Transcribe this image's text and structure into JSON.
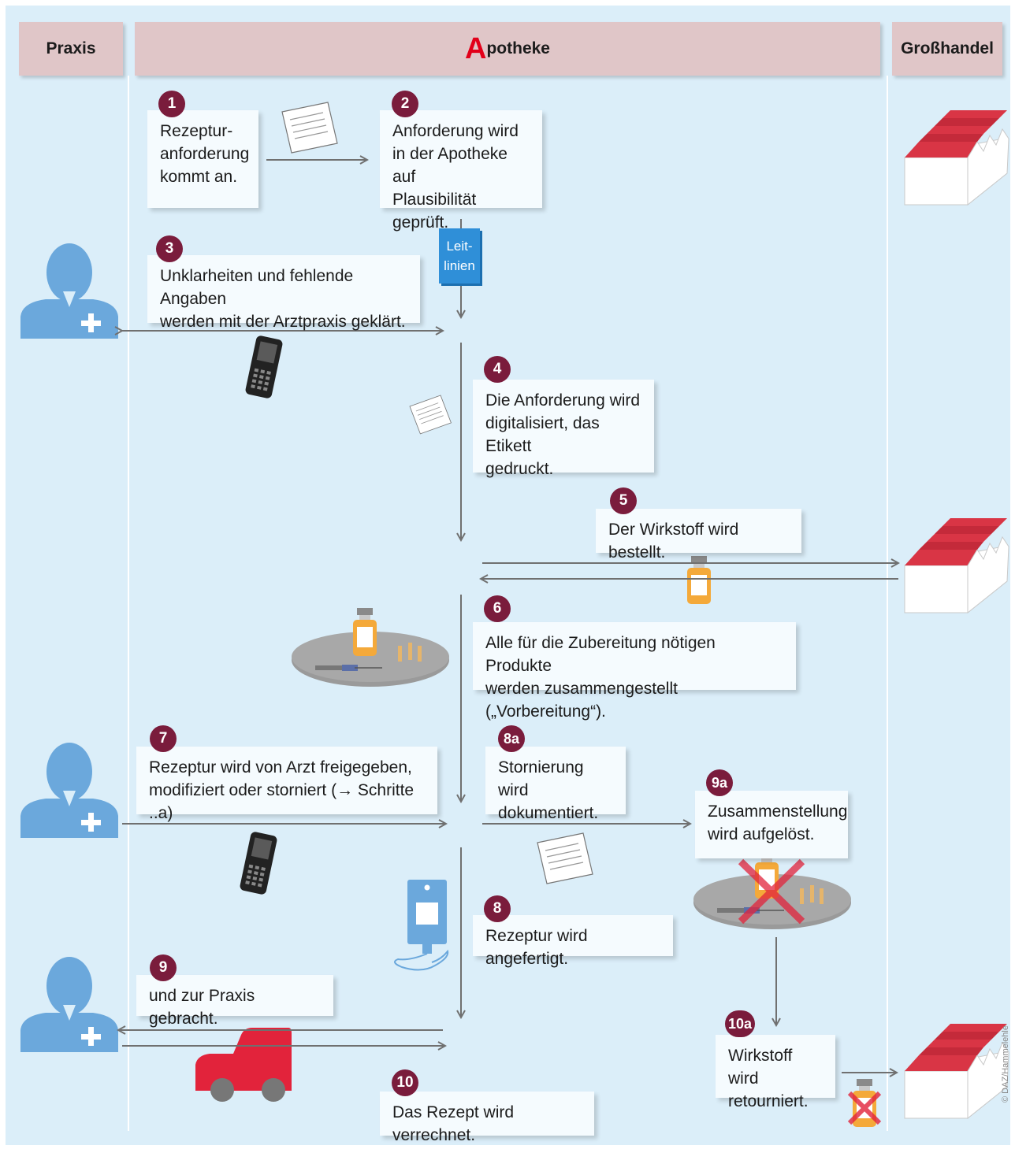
{
  "lanes": {
    "praxis": "Praxis",
    "apotheke_first": "A",
    "apotheke_rest": "potheke",
    "grosshandel": "Großhandel"
  },
  "steps": [
    {
      "id": "1",
      "text": "Rezeptur-\nanforderung\nkommt an."
    },
    {
      "id": "2",
      "text": "Anforderung wird\nin der Apotheke auf\nPlausibilität geprüft."
    },
    {
      "id": "3",
      "text": "Unklarheiten und fehlende Angaben\nwerden mit der Arztpraxis geklärt."
    },
    {
      "id": "4",
      "text": "Die Anforderung wird\ndigitalisiert, das Etikett\ngedruckt."
    },
    {
      "id": "5",
      "text": "Der Wirkstoff wird bestellt."
    },
    {
      "id": "6",
      "text": "Alle für die Zubereitung nötigen Produkte\nwerden zusammengestellt („Vorbereitung“)."
    },
    {
      "id": "7",
      "text": "Rezeptur wird von Arzt freigegeben,\nmodifiziert oder storniert (→ Schritte ..a)"
    },
    {
      "id": "8a",
      "text": "Stornierung wird\ndokumentiert."
    },
    {
      "id": "9a",
      "text": "Zusammenstellung\nwird aufgelöst."
    },
    {
      "id": "8",
      "text": "Rezeptur wird angefertigt."
    },
    {
      "id": "9",
      "text": "und zur Praxis gebracht."
    },
    {
      "id": "10a",
      "text": "Wirkstoff wird\nretourniert."
    },
    {
      "id": "10",
      "text": "Das Rezept wird verrechnet."
    }
  ],
  "leitlinien": "Leit-\nlinien",
  "credit": "© DAZ/Hammelehle",
  "colors": {
    "background": "#dbeef9",
    "lane_header": "#e0c6c8",
    "badge": "#7a1c3c",
    "arrow": "#707070",
    "person": "#6ba8dc",
    "roof": "#d93545",
    "car": "#e2233b",
    "accent_a": "#e2001a"
  }
}
